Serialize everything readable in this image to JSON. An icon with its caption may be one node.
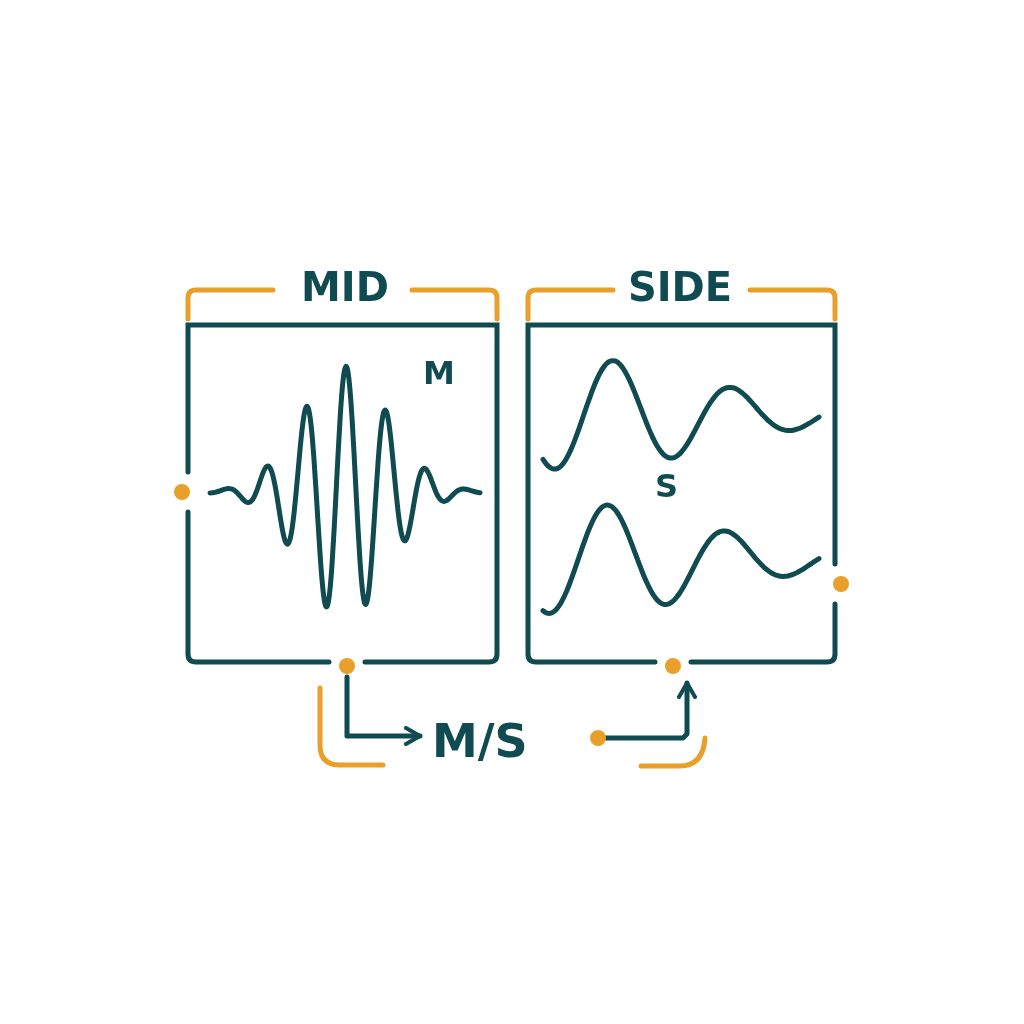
{
  "diagram": {
    "nodes": [
      {
        "text": [
          "MID",
          "M"
        ]
      },
      {
        "text": [
          "SIDE",
          "S"
        ]
      },
      {
        "text": [
          "M/S"
        ]
      },
      {
        "text": [],
        "shape": "circle"
      }
    ],
    "edges": [
      {
        "from": 0,
        "to": 2,
        "arrow": "to"
      },
      {
        "from": 3,
        "to": 1,
        "arrow": "to"
      }
    ]
  }
}
